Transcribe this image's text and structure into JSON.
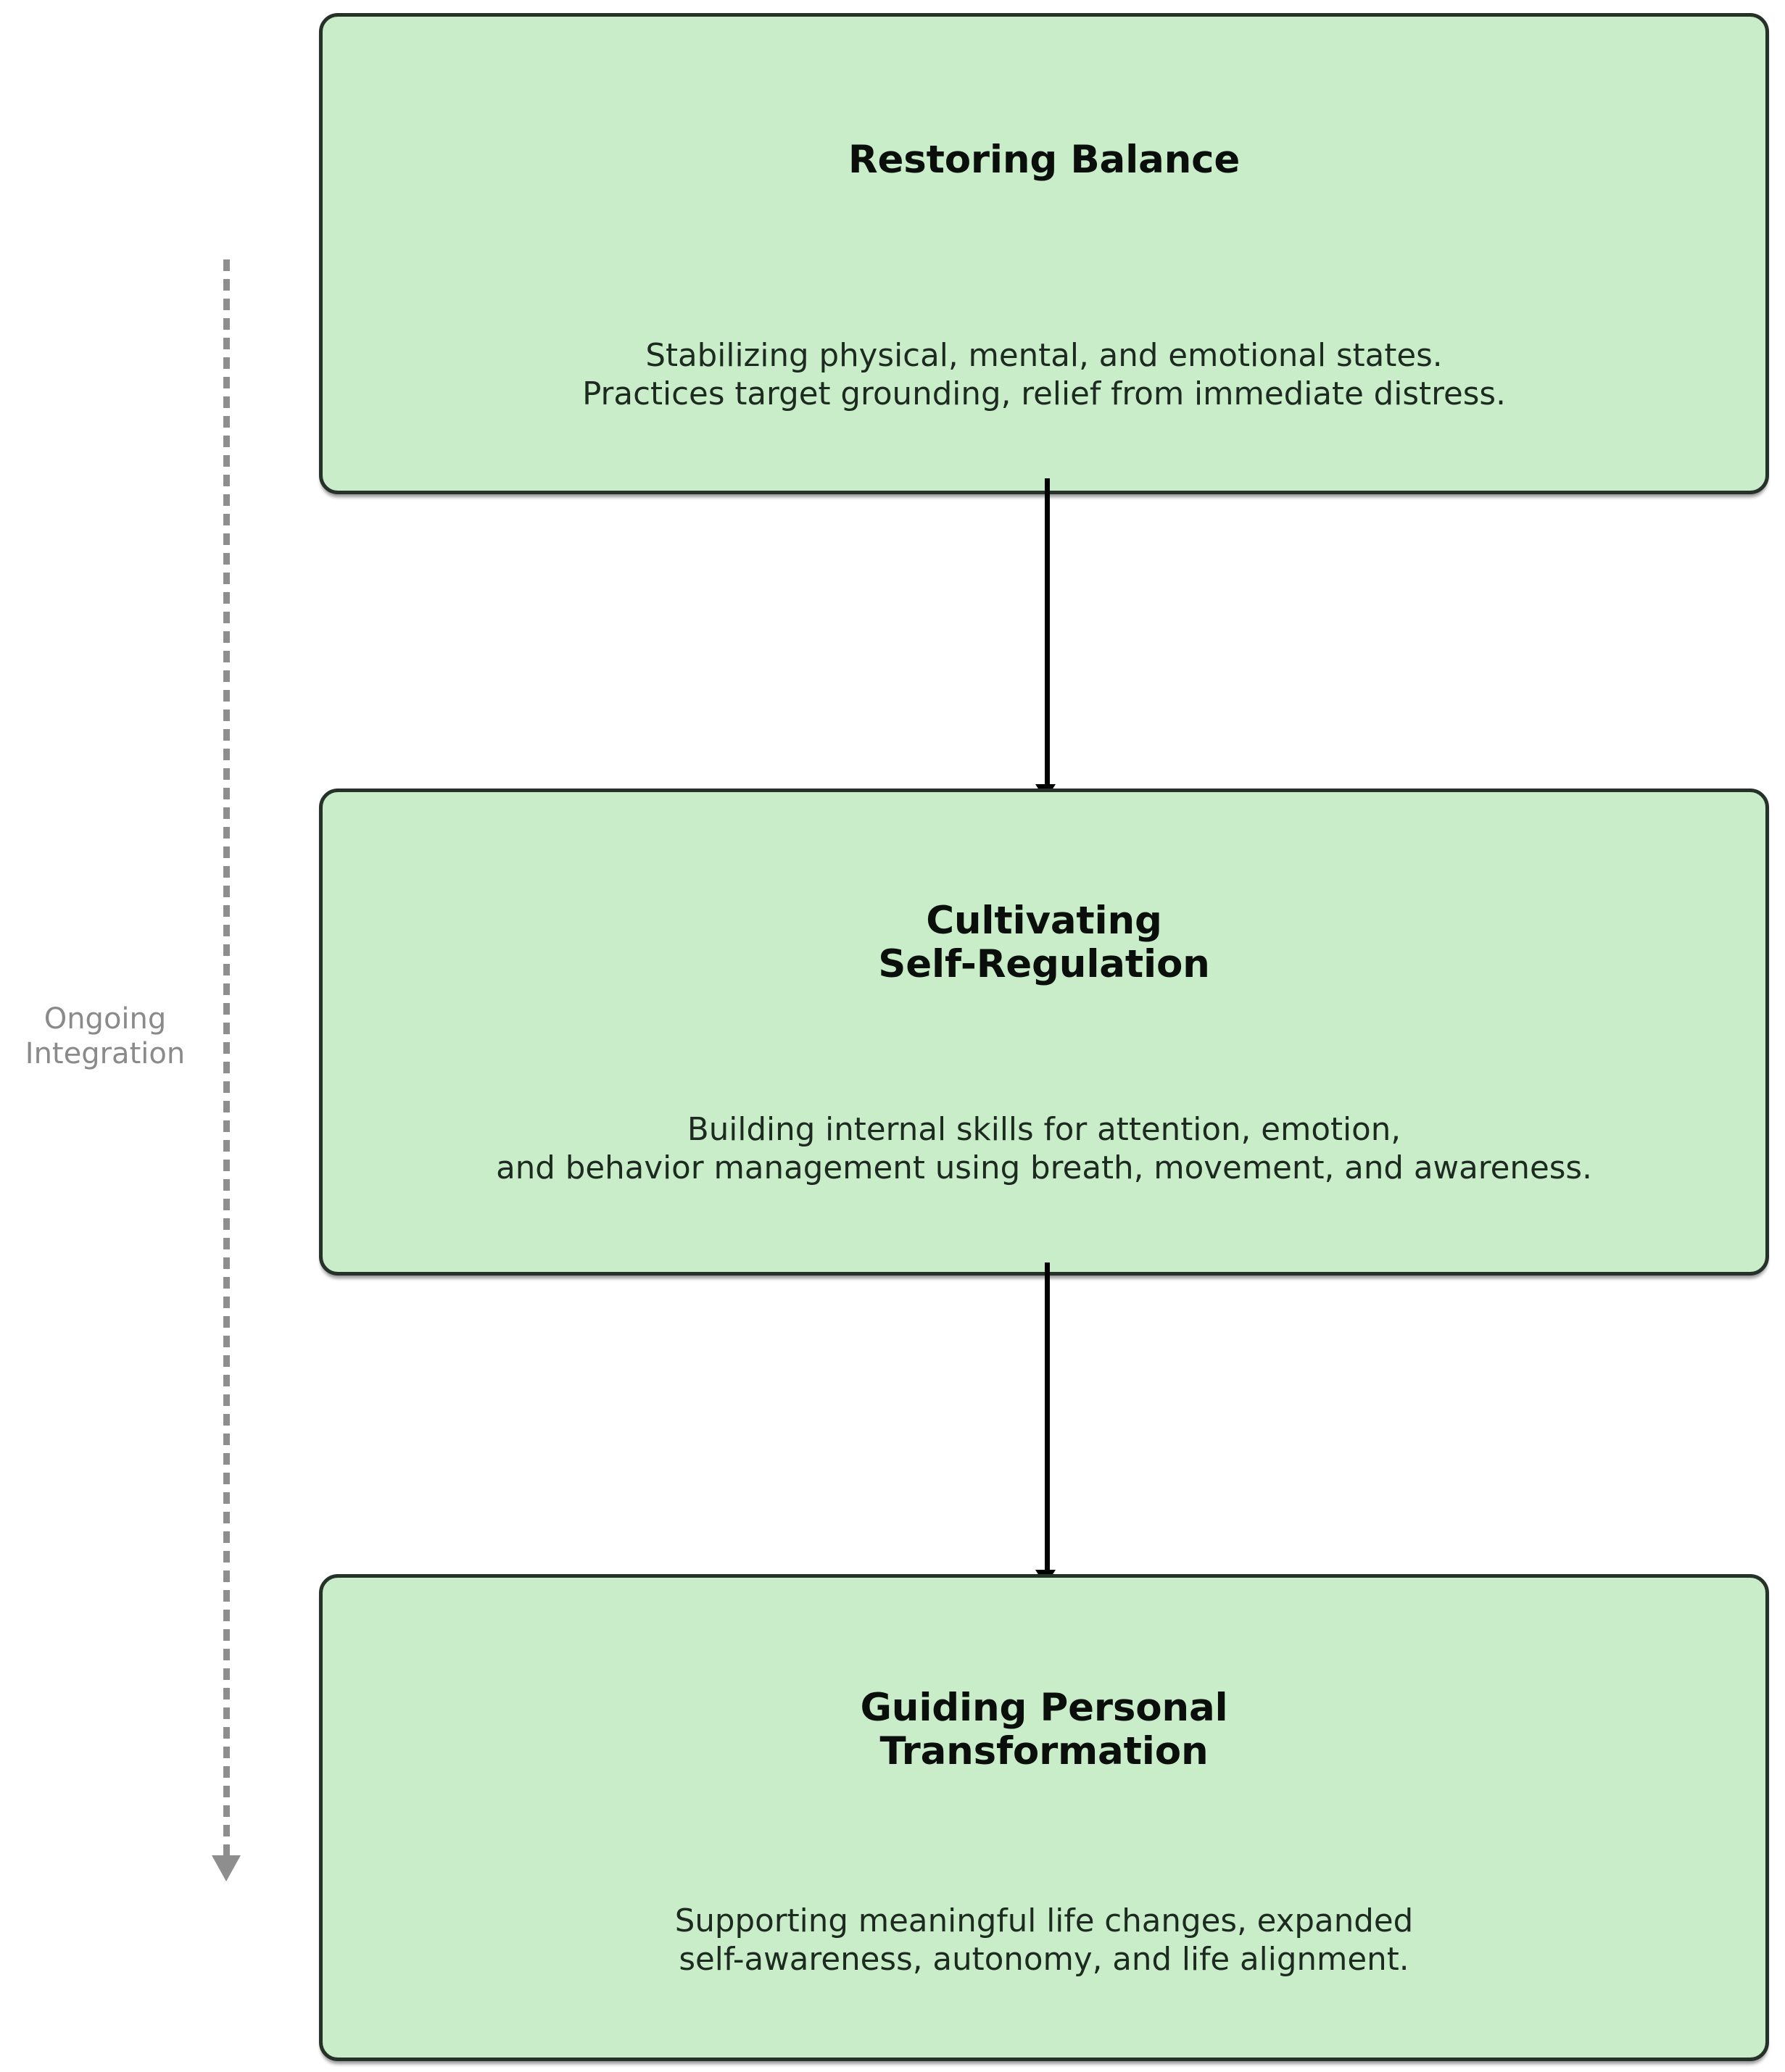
{
  "diagram": {
    "type": "vertical-flow",
    "background_color": "#ffffff",
    "box_fill_color": "#c9ecc9",
    "box_border_color": "#26312a",
    "connector_color": "#000000",
    "integration_color": "#8a8a8a",
    "stages": [
      {
        "id": "restoring-balance",
        "title": "Restoring Balance",
        "description": "Stabilizing physical, mental, and emotional states.\nPractices target grounding, relief from immediate distress."
      },
      {
        "id": "cultivating-self-regulation",
        "title": "Cultivating\nSelf-Regulation",
        "description": "Building internal skills for attention, emotion,\nand behavior management using breath, movement, and awareness."
      },
      {
        "id": "guiding-personal-transformation",
        "title": "Guiding Personal\nTransformation",
        "description": "Supporting meaningful life changes, expanded\nself-awareness, autonomy, and life alignment."
      }
    ],
    "side_annotation": {
      "label": "Ongoing\nIntegration",
      "arrow_direction": "down",
      "arrow_style": "dashed"
    }
  }
}
